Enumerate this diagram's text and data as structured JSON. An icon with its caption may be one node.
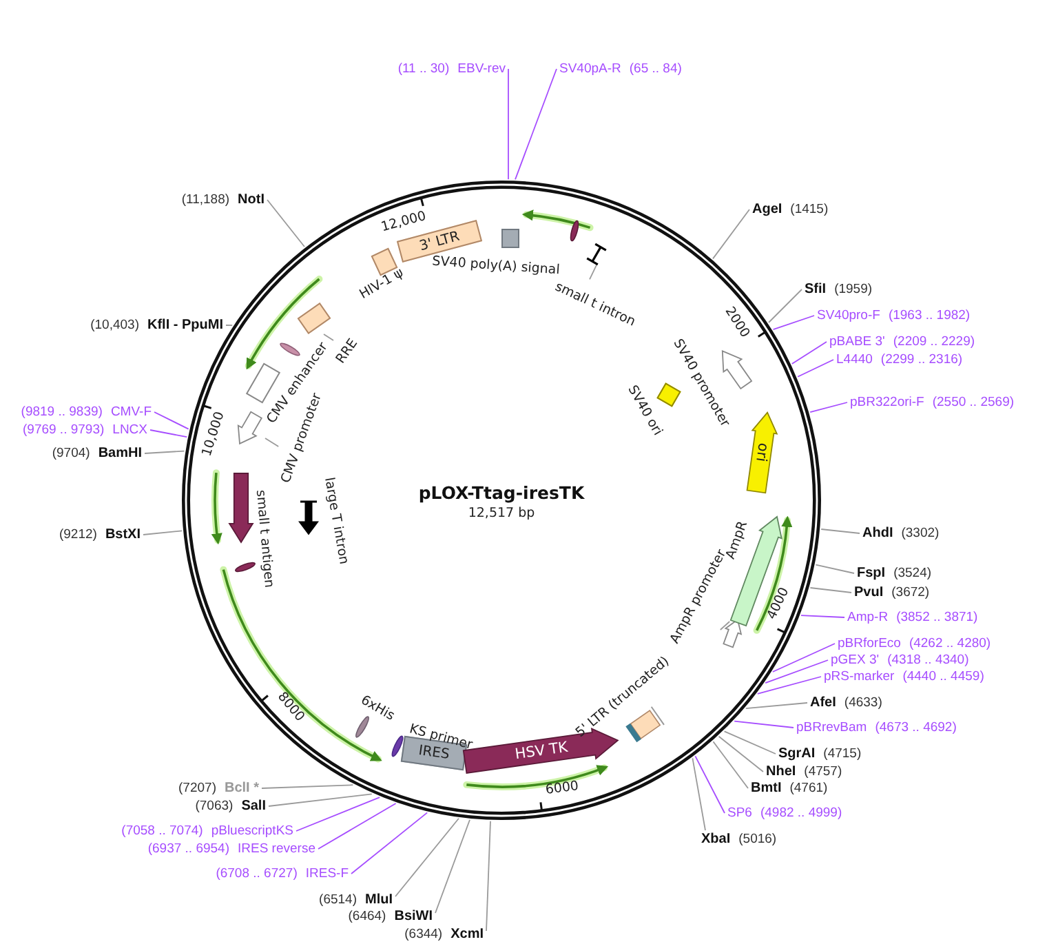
{
  "diagram": {
    "title": "pLOX-Ttag-iresTK",
    "nodes": [
      {
        "text": [
          "(11 .. 30)",
          "EBV-rev"
        ]
      },
      {
        "text": [
          "SV40pA-R",
          "(65 .. 84)"
        ]
      },
      {
        "text": [
          "(11,188)",
          "NotI"
        ]
      },
      {
        "text": [
          "AgeI",
          "(1415)"
        ]
      },
      {
        "text": [
          "SfiI",
          "(1959)"
        ]
      },
      {
        "text": [
          "SV40pro-F",
          "(1963 .. 1982)"
        ]
      },
      {
        "text": [
          "pBABE 3'",
          "(2209 .. 2229)"
        ]
      },
      {
        "text": [
          "L4440",
          "(2299 .. 2316)"
        ]
      },
      {
        "text": [
          "pBR322ori-F",
          "(2550 .. 2569)"
        ]
      },
      {
        "text": [
          "(10,403)",
          "KflI - PpuMI"
        ]
      },
      {
        "text": [
          "(9819 .. 9839)",
          "CMV-F"
        ]
      },
      {
        "text": [
          "(9769 .. 9793)",
          "LNCX"
        ]
      },
      {
        "text": [
          "(9704)",
          "BamHI"
        ]
      },
      {
        "text": [
          "(9212)",
          "BstXI"
        ]
      },
      {
        "text": [
          "AhdI",
          "(3302)"
        ]
      },
      {
        "text": [
          "FspI",
          "(3524)"
        ]
      },
      {
        "text": [
          "PvuI",
          "(3672)"
        ]
      },
      {
        "text": [
          "Amp-R",
          "(3852 .. 3871)"
        ]
      },
      {
        "text": [
          "pBRforEco",
          "(4262 .. 4280)"
        ]
      },
      {
        "text": [
          "pGEX 3'",
          "(4318 .. 4340)"
        ]
      },
      {
        "text": [
          "pRS-marker",
          "(4440 .. 4459)"
        ]
      },
      {
        "text": [
          "AfeI",
          "(4633)"
        ]
      },
      {
        "text": [
          "pBRrevBam",
          "(4673 .. 4692)"
        ]
      },
      {
        "text": [
          "SgrAI",
          "(4715)"
        ]
      },
      {
        "text": [
          "NheI",
          "(4757)"
        ]
      },
      {
        "text": [
          "BmtI",
          "(4761)"
        ]
      },
      {
        "text": [
          "SP6",
          "(4982 .. 4999)"
        ]
      },
      {
        "text": [
          "XbaI",
          "(5016)"
        ]
      },
      {
        "text": [
          "(7207)",
          "BclI *"
        ]
      },
      {
        "text": [
          "(7063)",
          "SalI"
        ]
      },
      {
        "text": [
          "(7058 .. 7074)",
          "pBluescriptKS"
        ]
      },
      {
        "text": [
          "(6937 .. 6954)",
          "IRES reverse"
        ]
      },
      {
        "text": [
          "(6708 .. 6727)",
          "IRES-F"
        ]
      },
      {
        "text": [
          "(6514)",
          "MluI"
        ]
      },
      {
        "text": [
          "(6464)",
          "BsiWI"
        ]
      },
      {
        "text": [
          "(6344)",
          "XcmI"
        ]
      },
      {
        "text": [
          "3' LTR"
        ]
      },
      {
        "text": [],
        "shape": "box",
        "beside": [
          "HIV-1 ψ"
        ]
      },
      {
        "text": [],
        "shape": "box",
        "beside": [
          "SV40 poly(A) signal"
        ]
      },
      {
        "text": [],
        "shape": "ellipse"
      },
      {
        "text": [],
        "shape": "bar"
      },
      {
        "text": [
          "small t intron"
        ]
      },
      {
        "text": [],
        "shape": "box"
      },
      {
        "text": [
          "RRE"
        ]
      },
      {
        "text": [],
        "shape": "ellipse"
      },
      {
        "text": [],
        "shape": "box",
        "beside": [
          "CMV enhancer"
        ]
      },
      {
        "text": [],
        "shape": "arrow"
      },
      {
        "text": [
          "CMV promoter"
        ]
      },
      {
        "text": [],
        "shape": "arrow",
        "beside": [
          "small t antigen"
        ]
      },
      {
        "text": [],
        "shape": "arrow",
        "beside": [
          "large T intron"
        ]
      },
      {
        "text": [],
        "shape": "ellipse"
      },
      {
        "text": [],
        "shape": "ellipse",
        "beside": [
          "6xHis"
        ]
      },
      {
        "text": [],
        "shape": "ellipse",
        "beside": [
          "KS primer"
        ]
      },
      {
        "text": [
          "IRES"
        ]
      },
      {
        "text": [
          "HSV TK"
        ]
      },
      {
        "text": [],
        "shape": "box",
        "beside": [
          "5' LTR (truncated)"
        ]
      },
      {
        "text": [],
        "shape": "arrow"
      },
      {
        "text": [
          "AmpR promoter"
        ]
      },
      {
        "text": [],
        "shape": "arrow",
        "beside": [
          "AmpR"
        ]
      },
      {
        "text": [
          "ori"
        ]
      },
      {
        "text": [],
        "shape": "arrow",
        "beside": [
          "SV40 promoter"
        ]
      },
      {
        "text": [],
        "shape": "box",
        "beside": [
          "SV40 ori"
        ]
      }
    ],
    "edges": [
      {
        "from": 0,
        "to": null,
        "arrow": "none",
        "color": "#a64dff"
      },
      {
        "from": 1,
        "to": null,
        "arrow": "none",
        "color": "#a64dff"
      },
      {
        "from": 2,
        "to": null,
        "arrow": "none"
      },
      {
        "from": 3,
        "to": null,
        "arrow": "none"
      },
      {
        "from": 4,
        "to": null,
        "arrow": "none"
      },
      {
        "from": 5,
        "to": null,
        "arrow": "none",
        "color": "#a64dff"
      },
      {
        "from": 6,
        "to": null,
        "arrow": "none",
        "color": "#a64dff"
      },
      {
        "from": 7,
        "to": null,
        "arrow": "none",
        "color": "#a64dff"
      },
      {
        "from": 8,
        "to": null,
        "arrow": "none",
        "color": "#a64dff"
      },
      {
        "from": 9,
        "to": null,
        "arrow": "none"
      },
      {
        "from": 10,
        "to": null,
        "arrow": "none",
        "color": "#a64dff"
      },
      {
        "from": 11,
        "to": null,
        "arrow": "none",
        "color": "#a64dff"
      },
      {
        "from": 12,
        "to": null,
        "arrow": "none"
      },
      {
        "from": 13,
        "to": null,
        "arrow": "none"
      },
      {
        "from": 14,
        "to": null,
        "arrow": "none"
      },
      {
        "from": 15,
        "to": null,
        "arrow": "none"
      },
      {
        "from": 16,
        "to": null,
        "arrow": "none"
      },
      {
        "from": 17,
        "to": null,
        "arrow": "none",
        "color": "#a64dff"
      },
      {
        "from": 18,
        "to": null,
        "arrow": "none",
        "color": "#a64dff"
      },
      {
        "from": 19,
        "to": null,
        "arrow": "none",
        "color": "#a64dff"
      },
      {
        "from": 20,
        "to": null,
        "arrow": "none",
        "color": "#a64dff"
      },
      {
        "from": 21,
        "to": null,
        "arrow": "none"
      },
      {
        "from": 22,
        "to": null,
        "arrow": "none",
        "color": "#a64dff"
      },
      {
        "from": 23,
        "to": null,
        "arrow": "none"
      },
      {
        "from": 24,
        "to": null,
        "arrow": "none"
      },
      {
        "from": 25,
        "to": null,
        "arrow": "none"
      },
      {
        "from": 26,
        "to": null,
        "arrow": "none",
        "color": "#a64dff"
      },
      {
        "from": 27,
        "to": null,
        "arrow": "none"
      },
      {
        "from": 28,
        "to": null,
        "arrow": "none"
      },
      {
        "from": 29,
        "to": null,
        "arrow": "none"
      },
      {
        "from": 30,
        "to": null,
        "arrow": "none",
        "color": "#a64dff"
      },
      {
        "from": 31,
        "to": null,
        "arrow": "none",
        "color": "#a64dff"
      },
      {
        "from": 32,
        "to": null,
        "arrow": "none",
        "color": "#a64dff"
      },
      {
        "from": 33,
        "to": null,
        "arrow": "none"
      },
      {
        "from": 34,
        "to": null,
        "arrow": "none"
      },
      {
        "from": 35,
        "to": null,
        "arrow": "none"
      },
      {
        "from": 41,
        "to": 40,
        "arrow": "none"
      },
      {
        "from": 43,
        "to": 42,
        "arrow": "none"
      },
      {
        "from": 47,
        "to": 46,
        "arrow": "none"
      },
      {
        "from": 57,
        "to": 56,
        "arrow": "none"
      }
    ],
    "labels": [
      "12,000",
      "2000",
      "10,000",
      "12,517 bp",
      "4000",
      "8000",
      "6000"
    ]
  }
}
